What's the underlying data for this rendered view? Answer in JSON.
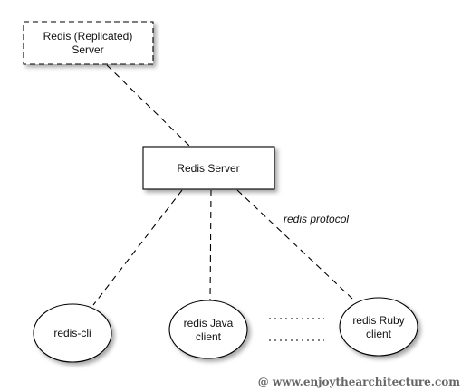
{
  "diagram": {
    "nodes": {
      "replicated_server": {
        "line1": "Redis (Replicated)",
        "line2": "Server"
      },
      "redis_server": {
        "label": "Redis Server"
      },
      "redis_cli": {
        "label": "redis-cli"
      },
      "java_client": {
        "line1": "redis Java",
        "line2": "client"
      },
      "ruby_client": {
        "line1": "redis Ruby",
        "line2": "client"
      }
    },
    "edges": {
      "protocol_label": "redis protocol"
    }
  },
  "footer": {
    "watermark": "@ www.enjoythearchitecture.com"
  }
}
